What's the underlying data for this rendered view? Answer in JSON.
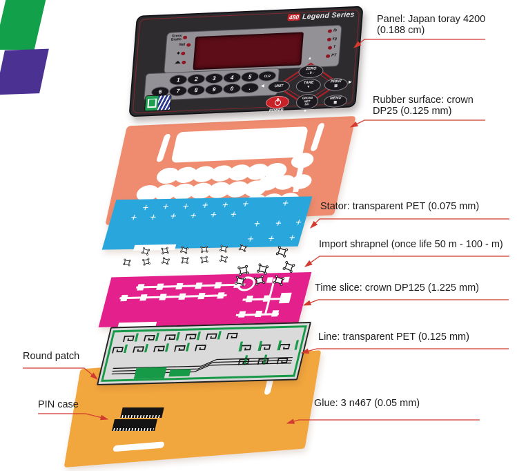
{
  "annotations": {
    "panel": "Panel: Japan toray 4200 (0.188 cm)",
    "rubber": "Rubber surface: crown DP25 (0.125 mm)",
    "stator": "Stator: transparent PET (0.075 mm)",
    "shrapnel": "Import shrapnel (once life 50 m - 100 - m)",
    "timeslice": "Time slice: crown DP125 (1.225 mm)",
    "line": "Line: transparent PET (0.125 mm)",
    "glue": "Glue: 3 n467 (0.05 mm)",
    "round_patch": "Round patch",
    "pin_case": "PIN case"
  },
  "device": {
    "badge": "480",
    "series": "Legend Series",
    "left_indicators": {
      "gross": "Gross",
      "brutto": "Brutto",
      "net": "Net"
    },
    "right_indicators": {
      "lb": "lb",
      "kg": "kg",
      "t": "T",
      "pt": "PT"
    },
    "keys_row1": [
      "1",
      "2",
      "3",
      "4",
      "5",
      "CLR"
    ],
    "keys_row2": [
      "6",
      "7",
      "8",
      "9",
      "0",
      "."
    ],
    "buttons": {
      "zero": "ZERO",
      "unit": "UNIT",
      "tare": "TARE",
      "print": "PRINT",
      "menu": "MENU",
      "power": "POWER",
      "gross": "GROSS",
      "net": "NET",
      "bn": "b/n"
    }
  },
  "icons": {
    "plus": "+",
    "up": "▲",
    "down": "▼",
    "left": "◀",
    "right": "▶",
    "zero_glyph": "→0←",
    "tare_glyph": "▼",
    "print_glyph": "▤",
    "menu_glyph": "▦",
    "motion_glyph": "◆",
    "zero_band_glyph": "◢◣"
  },
  "colors": {
    "leader_red": "#d23b2f",
    "rubber": "#ef8c70",
    "stator_blue": "#29a7dd",
    "timeslice_pink": "#e4208c",
    "circuit_green": "#169a47",
    "patch_purple": "#4b3191",
    "glue_orange": "#f2a63e",
    "power_red": "#c82128"
  }
}
